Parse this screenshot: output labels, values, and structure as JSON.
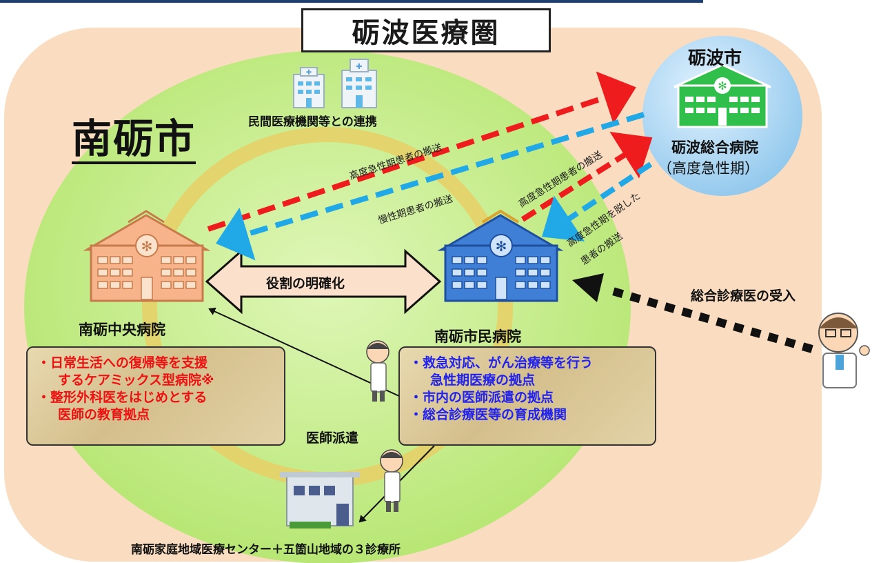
{
  "title": "砺波医療圏",
  "city_left": "南砺市",
  "city_right": "砺波市",
  "private_link": "民間医療機関等との連携",
  "tonami_hospital": {
    "name": "砺波総合病院",
    "type": "（高度急性期）"
  },
  "nanto_central": {
    "name": "南砺中央病院",
    "roles": [
      "・日常生活への復帰等を支援",
      "するケアミックス型病院※",
      "・整形外科医をはじめとする",
      "医師の教育拠点"
    ]
  },
  "nanto_citizen": {
    "name": "南砺市民病院",
    "roles": [
      "・救急対応、がん治療等を行う",
      "急性期医療の拠点",
      "・市内の医師派遣の拠点",
      "・総合診療医等の育成機関"
    ]
  },
  "clarify_roles": "役割の明確化",
  "doctor_dispatch": "医師派遣",
  "general_doctor_accept": "総合診療医の受入",
  "bottom_center": "南砺家庭地域医療センター＋五箇山地域の３診療所",
  "transfers": {
    "high_acute_1": "高度急性期患者の搬送",
    "chronic": "慢性期患者の搬送",
    "high_acute_2": "高度急性期患者の搬送",
    "post_acute_line1": "高度急性期を脱した",
    "post_acute_line2": "患者の搬送"
  },
  "colors": {
    "outer_region": "#fadcc0",
    "inner_circle": "#c6ee8a",
    "ring": "#e8cf66",
    "tonami_circle": "#a9d4f0",
    "red_arrow": "#ee1c1c",
    "blue_arrow": "#21a8e6",
    "text_red": "#ee1111",
    "text_blue": "#2222ee",
    "central_building": "#f7b48a",
    "citizen_building": "#3f7fd6",
    "tonami_building": "#2fbf4a"
  }
}
